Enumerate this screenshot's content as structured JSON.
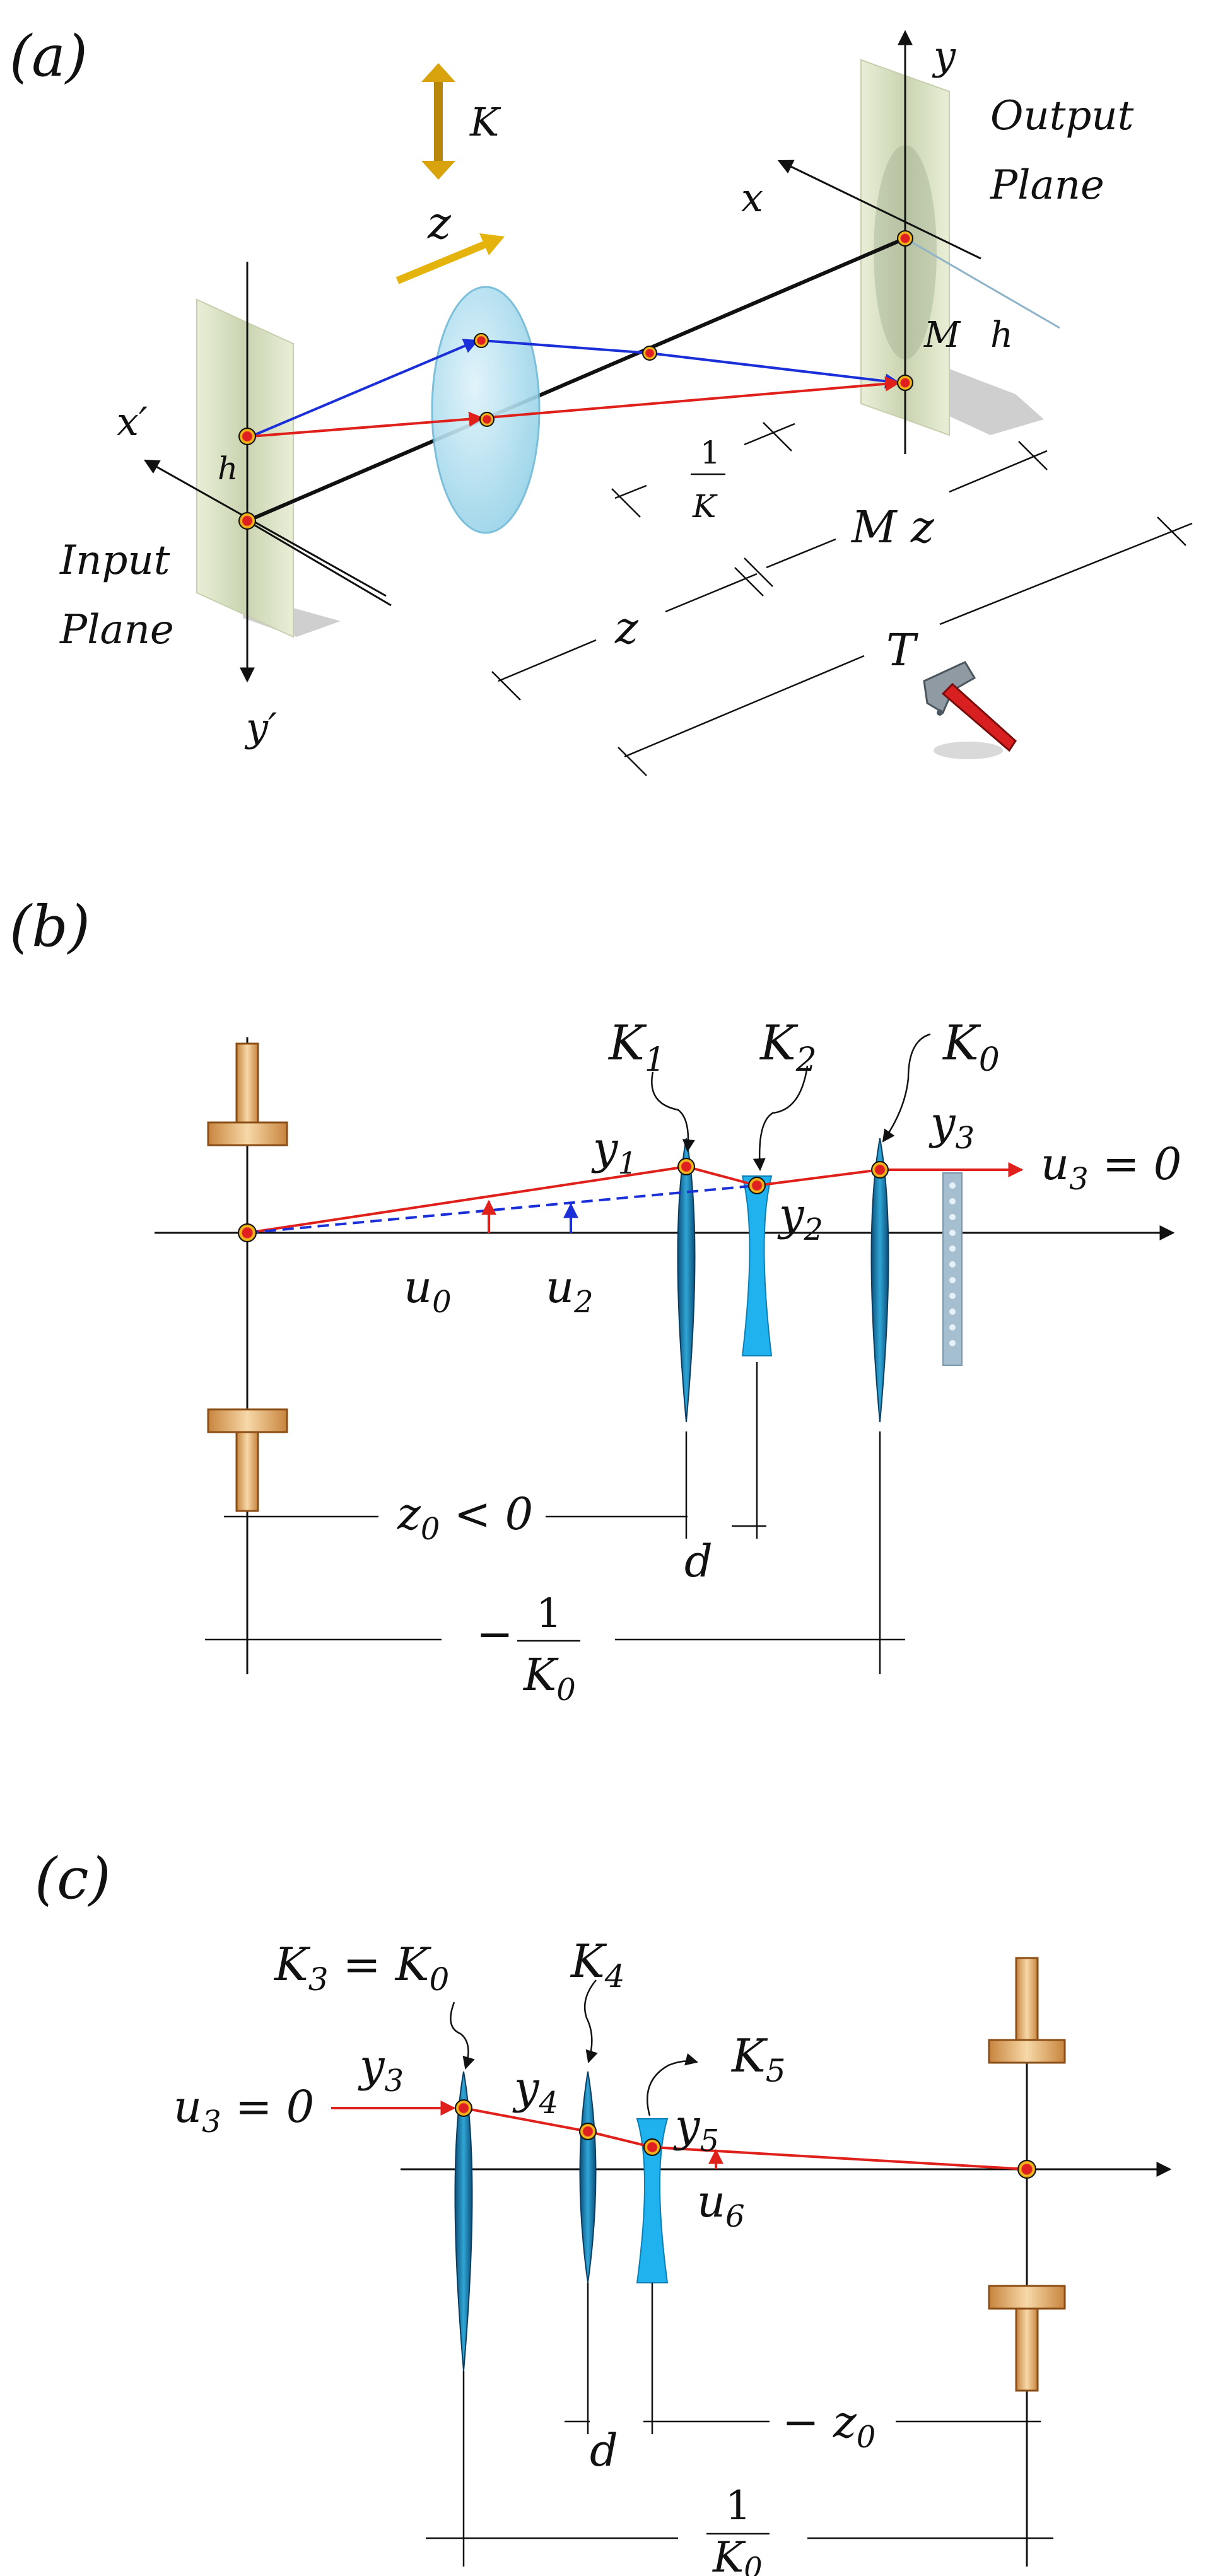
{
  "panel_a": {
    "tag": "(a)",
    "k": "K",
    "z": "z",
    "output_plane_1": "Output",
    "output_plane_2": "Plane",
    "input_plane_1": "Input",
    "input_plane_2": "Plane",
    "x": "x",
    "y": "y",
    "x_prime": "x′",
    "y_prime": "y′",
    "h_left": "h",
    "h_right": "h",
    "m": "M",
    "one": "1",
    "k_denom": "K",
    "mz": "M z",
    "z_dim": "z",
    "t": "T"
  },
  "panel_b": {
    "tag": "(b)",
    "k1": "K",
    "k1_sub": "1",
    "k2": "K",
    "k2_sub": "2",
    "k0": "K",
    "k0_sub": "0",
    "y1": "y",
    "y1_sub": "1",
    "y2": "y",
    "y2_sub": "2",
    "y3": "y",
    "y3_sub": "3",
    "u3_eq": "u",
    "u3_sub": "3",
    "u3_rest": " = 0",
    "u0": "u",
    "u0_sub": "0",
    "u2": "u",
    "u2_sub": "2",
    "z0": "z",
    "z0_sub": "0",
    "z0_rest": " < 0",
    "d": "d",
    "minus": "−",
    "one": "1",
    "k0_den": "K",
    "k0_den_sub": "0"
  },
  "panel_c": {
    "tag": "(c)",
    "k3": "K",
    "k3_sub": "3",
    "k3_eq": " = K",
    "k3_eq_sub": "0",
    "k4": "K",
    "k4_sub": "4",
    "k5": "K",
    "k5_sub": "5",
    "u3": "u",
    "u3_sub": "3",
    "u3_rest": " = 0",
    "y3": "y",
    "y3_sub": "3",
    "y4": "y",
    "y4_sub": "4",
    "y5": "y",
    "y5_sub": "5",
    "u6": "u",
    "u6_sub": "6",
    "d": "d",
    "minus_z0": "− z",
    "minus_z0_sub": "0",
    "one": "1",
    "k0_den": "K",
    "k0_den_sub": "0"
  }
}
